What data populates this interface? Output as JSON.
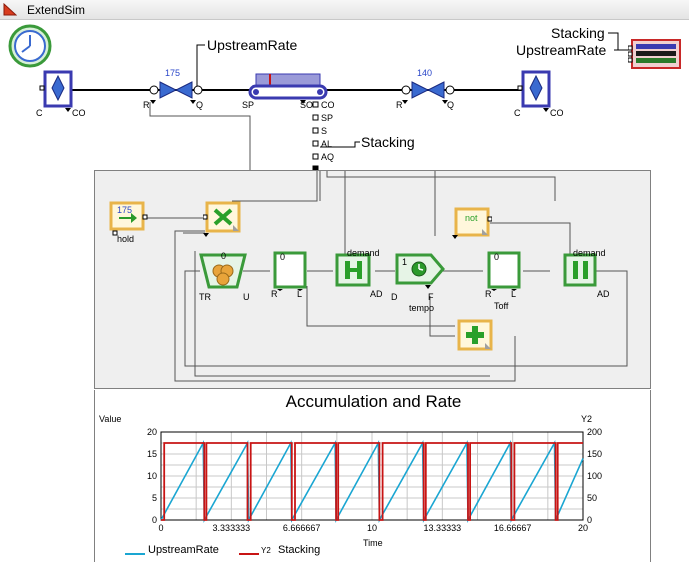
{
  "window": {
    "title": "ExtendSim",
    "app_icon": "triangle-app-icon"
  },
  "model": {
    "rate_label": "UpstreamRate",
    "stacking_label": "Stacking",
    "valve1_value": "175",
    "valve2_value": "140",
    "conn": {
      "c": "C",
      "co": "CO",
      "r": "R",
      "q": "Q",
      "sp": "SP",
      "so": "SO",
      "s": "S",
      "al": "AL",
      "aq": "AQ"
    },
    "legend_block": {
      "row1": "Stacking",
      "row2": "UpstreamRate"
    }
  },
  "logic": {
    "const_value": "175",
    "hold": "hold",
    "not_label": "not",
    "demand": "demand",
    "ad": "AD",
    "tr": "TR",
    "u": "U",
    "r": "R",
    "l": "L",
    "d": "D",
    "f": "F",
    "tempo": "tempo",
    "toff": "Toff",
    "zero": "0",
    "one": "1"
  },
  "chart_data": {
    "type": "line",
    "title": "Accumulation and Rate",
    "ylabel": "Value",
    "y2label": "Y2",
    "xlabel": "Time",
    "xlim": [
      0,
      20
    ],
    "ylim": [
      0,
      20
    ],
    "y2lim": [
      0,
      200
    ],
    "grid": true,
    "legend_position": "bottom-left",
    "x_ticks": [
      "0",
      "3.333333",
      "6.666667",
      "10",
      "13.33333",
      "16.66667",
      "20"
    ],
    "y_ticks": [
      "0",
      "5",
      "10",
      "15",
      "20"
    ],
    "y2_ticks": [
      "0",
      "50",
      "100",
      "150",
      "200"
    ],
    "series": [
      {
        "name": "UpstreamRate",
        "axis": "left",
        "color": "#1aa6d2",
        "x": [
          0,
          2.0,
          2.05,
          4.1,
          4.15,
          6.15,
          6.2,
          8.25,
          8.3,
          10.3,
          10.35,
          12.4,
          12.45,
          14.5,
          14.55,
          16.55,
          16.6,
          18.65,
          18.7,
          20
        ],
        "y": [
          0,
          17.5,
          0,
          17.5,
          0,
          17.5,
          0,
          17.5,
          0,
          17.5,
          0,
          17.5,
          0,
          17.5,
          0,
          17.5,
          0,
          17.5,
          0,
          14
        ]
      },
      {
        "name": "Stacking",
        "label_prefix": "Y2",
        "axis": "right",
        "color": "#c81414",
        "x": [
          0,
          0.15,
          0.15,
          2.05,
          2.05,
          2.15,
          2.15,
          4.1,
          4.1,
          4.25,
          4.25,
          6.2,
          6.2,
          6.35,
          6.35,
          8.3,
          8.3,
          8.4,
          8.4,
          10.35,
          10.35,
          10.5,
          10.5,
          12.45,
          12.45,
          12.55,
          12.55,
          14.55,
          14.55,
          14.65,
          14.65,
          16.6,
          16.6,
          16.75,
          16.75,
          18.7,
          18.7,
          18.8,
          18.8,
          20
        ],
        "y": [
          0,
          0,
          175,
          175,
          0,
          0,
          175,
          175,
          0,
          0,
          175,
          175,
          0,
          0,
          175,
          175,
          0,
          0,
          175,
          175,
          0,
          0,
          175,
          175,
          0,
          0,
          175,
          175,
          0,
          0,
          175,
          175,
          0,
          0,
          175,
          175,
          0,
          0,
          175,
          175
        ]
      }
    ]
  }
}
